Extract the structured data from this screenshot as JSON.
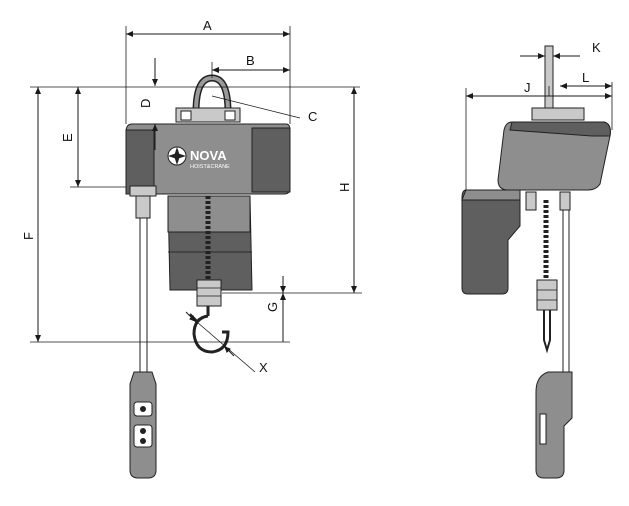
{
  "brand": {
    "name": "NOVA",
    "tagline": "HOIST&CRANE"
  },
  "dimension_labels": {
    "A": "A",
    "B": "B",
    "C": "C",
    "D": "D",
    "E": "E",
    "F": "F",
    "G": "G",
    "H": "H",
    "J": "J",
    "K": "K",
    "L": "L",
    "X": "X"
  },
  "colors": {
    "body_gray": "#8e8e8e",
    "dark_gray": "#5f5f5f",
    "light_gray": "#c9c9c9",
    "line": "#1a1a1a"
  }
}
